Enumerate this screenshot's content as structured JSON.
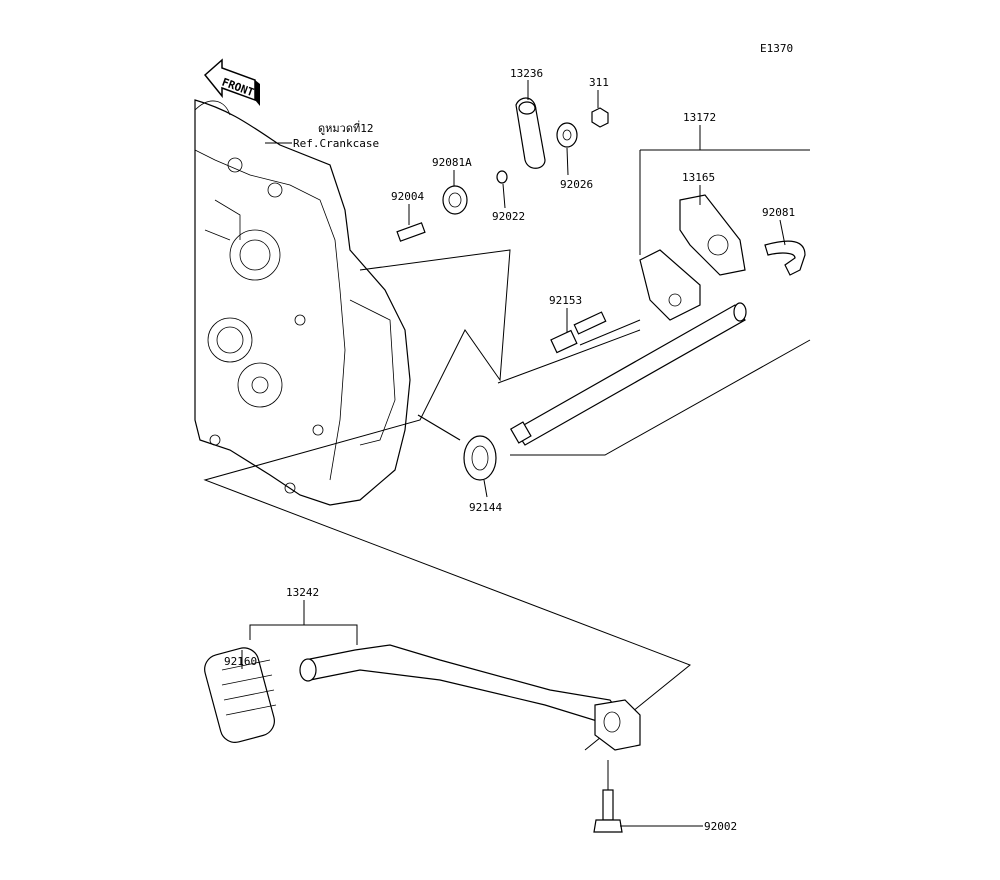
{
  "diagram_code": "E1370",
  "front_arrow_label": "FRONT",
  "reference": {
    "thai": "ดูหมวดที่12",
    "text": "Ref.Crankcase"
  },
  "parts": {
    "p13236": "13236",
    "p311": "311",
    "p13172": "13172",
    "p13165": "13165",
    "p92081": "92081",
    "p92081A": "92081A",
    "p92004": "92004",
    "p92022": "92022",
    "p92026": "92026",
    "p92153": "92153",
    "p92144": "92144",
    "p13242": "13242",
    "p92160": "92160",
    "p92002": "92002"
  }
}
